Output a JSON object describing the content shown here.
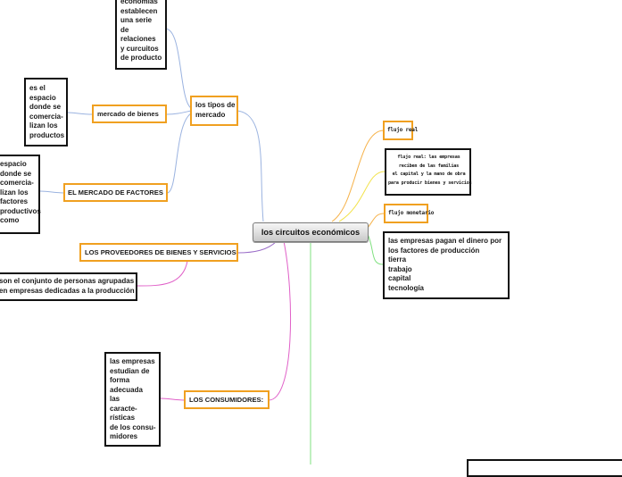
{
  "central": {
    "title": "los circuitos económicos"
  },
  "left": {
    "tipos_mercado": {
      "label": "los tipos de\nmercado"
    },
    "economias": {
      "text": "economías\nestablecen\nuna serie\nde\nrelaciones\ny curcuitos\nde producto"
    },
    "mercado_bienes": {
      "label": "mercado de bienes"
    },
    "mercado_bienes_desc": {
      "text": "es el\nespacio\ndonde se\ncomercia-\nlizan los\nproductos"
    },
    "mercado_factores": {
      "label": "EL MERCADO DE FACTORES"
    },
    "mercado_factores_desc": {
      "text": "espacio\ndonde se\ncomercia-\nlizan los\nfactores\nproductivos\ncomo"
    },
    "proveedores": {
      "label": "LOS PROVEEDORES DE BIENES Y SERVICIOS"
    },
    "proveedores_desc": {
      "text": "son el conjunto de personas agrupadas\nen empresas dedicadas a la producción"
    },
    "consumidores": {
      "label": "LOS CONSUMIDORES:"
    },
    "consumidores_desc": {
      "text": "las empresas\nestudian de\nforma\nadecuada\nlas\ncaracte-\nrísticas\nde los consu-\nmidores"
    }
  },
  "right": {
    "flujo_real": {
      "label": "flujo real"
    },
    "flujo_real_desc": {
      "text": "flujo real: las empresas\nreciben de las familias\nel capital y la mano de obra\npara producir bienes y servicios"
    },
    "flujo_monetario": {
      "label": "flujo monetario"
    },
    "pago_factores": {
      "text": "las empresas pagan el dinero por\nlos factores de producción\ntierra\ntrabajo\ncapital\ntecnología"
    }
  },
  "colors": {
    "branch_blue": "#9bb3e0",
    "branch_purple": "#9a6cc8",
    "branch_pink": "#e060c8",
    "branch_orange": "#f6b24a",
    "branch_yellow": "#f2e24a",
    "branch_green": "#7fe07f",
    "node_border": "#f0a020"
  }
}
